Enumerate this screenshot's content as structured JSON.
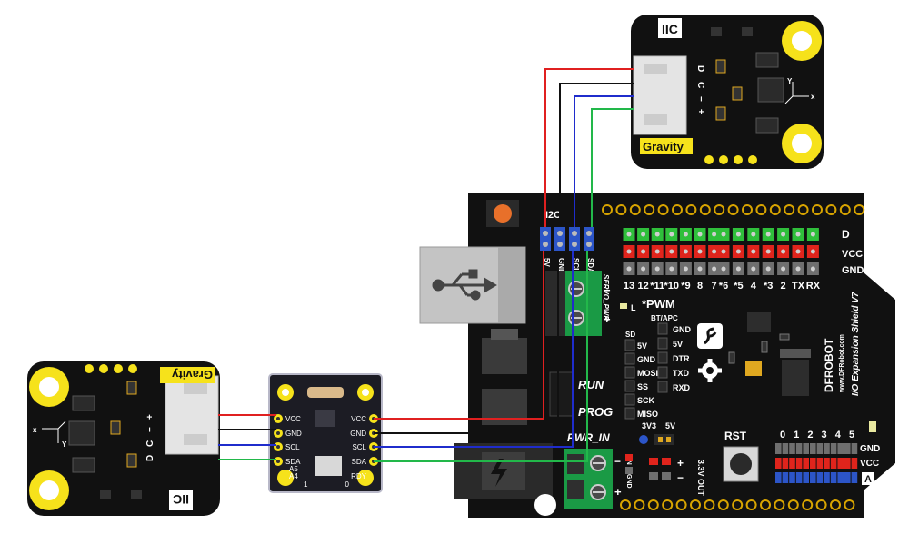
{
  "sensor_top": {
    "header": "IIC",
    "pin_labels": [
      "D",
      "C",
      "−",
      "+"
    ],
    "gravity_label": "Gravity",
    "axis_labels": [
      "Y",
      "x"
    ]
  },
  "sensor_left": {
    "header": "IIC",
    "pin_labels": [
      "+",
      "−",
      "C",
      "D"
    ],
    "gravity_label": "Gravity",
    "axis_labels": [
      "x",
      "Y"
    ]
  },
  "converter": {
    "left_pins": [
      "VCC",
      "GND",
      "SCL",
      "SDA",
      "A5",
      "A4",
      "1"
    ],
    "right_pins": [
      "VCC",
      "GND",
      "SCL",
      "SDA",
      "RDY",
      "0"
    ]
  },
  "shield": {
    "i2c_header": "I2C",
    "i2c_pins": [
      "5V",
      "GND",
      "SCL",
      "SDA"
    ],
    "servo_label": "SERVO_PWR",
    "servo_terms": [
      "−",
      "+"
    ],
    "digital_numbers": [
      "13",
      "12",
      "*11",
      "*10",
      "*9",
      "8",
      "7",
      "*6",
      "*5",
      "4",
      "*3",
      "2",
      "TX",
      "RX"
    ],
    "row_labels": [
      "D",
      "VCC",
      "GND"
    ],
    "pwm_label": "*PWM",
    "led_label": "L",
    "bt_label": "BT/APC",
    "bt_pins": [
      "GND",
      "5V",
      "DTR",
      "TXD",
      "RXD"
    ],
    "sd_label": "SD",
    "sd_pins": [
      "5V",
      "GND",
      "MOSI",
      "SS",
      "SCK",
      "MISO"
    ],
    "run_label": "RUN",
    "prog_label": "PROG",
    "pwr_in_label": "PWR_IN",
    "vin_label": "VIN",
    "gnd_label": "GND",
    "pwr_terms": [
      "−",
      "+"
    ],
    "v_labels": [
      "3V3",
      "5V"
    ],
    "out_label": "3.3V OUT",
    "rst_label": "RST",
    "analog_numbers": [
      "0",
      "1",
      "2",
      "3",
      "4",
      "5"
    ],
    "analog_row_labels": [
      "GND",
      "VCC",
      "A"
    ],
    "brand": "DFROBOT",
    "board_name": "I/O Expansion Shield V7",
    "url": "www.DFRobot.com"
  },
  "colors": {
    "board": "#111111",
    "gravity_yellow": "#f6e21b",
    "wire_red": "#e02020",
    "wire_black": "#111111",
    "wire_blue": "#1f2ccc",
    "wire_green": "#22b84a",
    "terminal_green": "#1a9a45",
    "pin_green": "#2fbf3b",
    "pin_red": "#e0241c",
    "pin_gray": "#6f6f6f",
    "pin_blue": "#2c55c8",
    "converter_board": "#1c1c24"
  }
}
